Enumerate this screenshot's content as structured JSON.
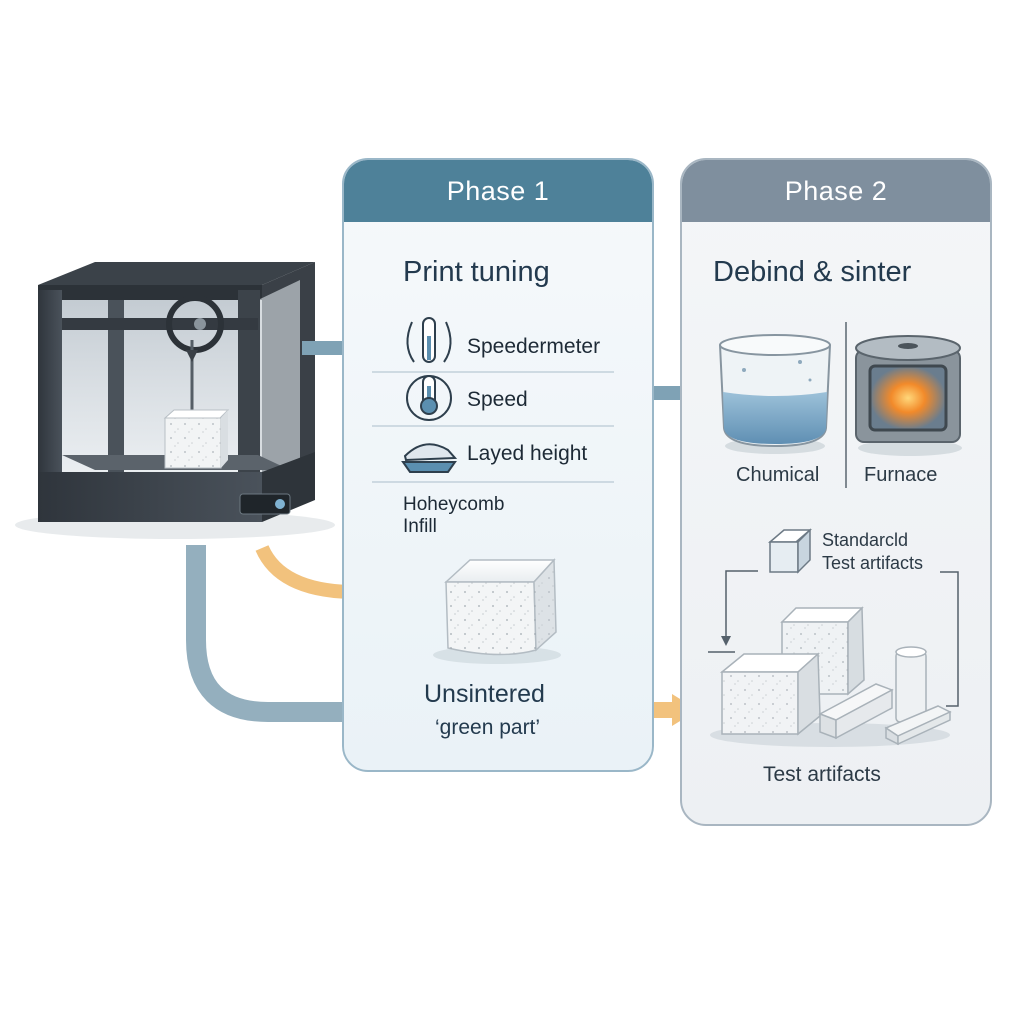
{
  "phase1": {
    "header": "Phase 1",
    "title": "Print tuning",
    "items": [
      "Speedermeter",
      "Speed",
      "Layed height"
    ],
    "infill_label": [
      "Hoheycomb",
      "Infill"
    ],
    "part_label": [
      "Unsintered",
      "‘green part’"
    ]
  },
  "phase2": {
    "header": "Phase 2",
    "title": "Debind & sinter",
    "chemical_label": "Chumical",
    "furnace_label": "Furnace",
    "standard_label": [
      "Standarcld",
      "Test artifacts"
    ],
    "artifacts_label": "Test artifacts"
  },
  "colors": {
    "phase1_header": "#4e8199",
    "phase2_header": "#7f8f9e",
    "arrow_blue": "#7fa2b5",
    "arrow_orange": "#f2c27d"
  }
}
